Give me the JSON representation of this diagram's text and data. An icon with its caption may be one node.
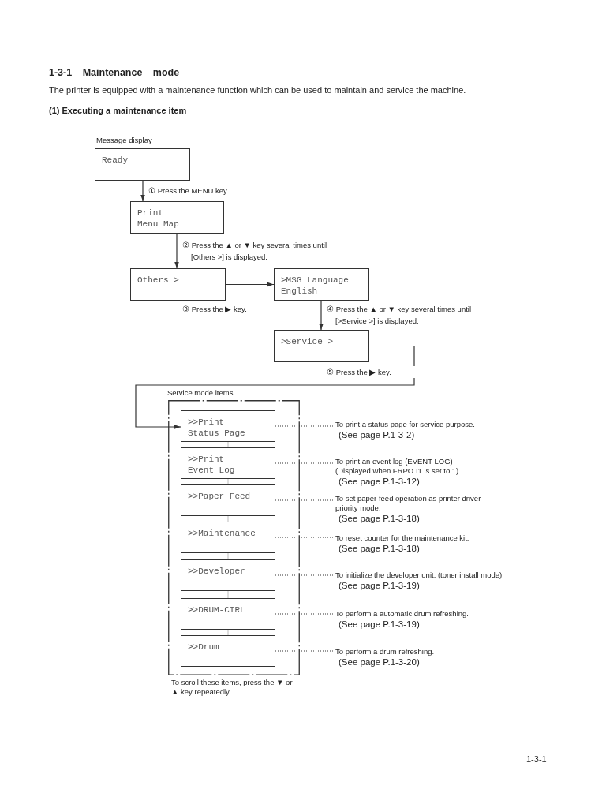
{
  "diagram": {
    "title": "1-3-1 Maintenance mode",
    "nodes": [
      {
        "text": [
          "Ready"
        ],
        "beside": [
          "Message display"
        ]
      },
      {
        "text": [
          "Print Menu Map"
        ]
      },
      {
        "text": [
          "Others >"
        ]
      },
      {
        "text": [
          ">MSG Language English"
        ]
      },
      {
        "text": [
          ">Service >"
        ]
      },
      {
        "text": [
          "Service mode items"
        ],
        "beside": [
          "To scroll these items, press the ▼ or ▲ key repeatedly."
        ]
      },
      {
        "text": [
          ">>Print Status Page"
        ],
        "in": 5
      },
      {
        "text": [
          ">>Print Event Log"
        ],
        "in": 5
      },
      {
        "text": [
          ">>Paper Feed"
        ],
        "in": 5
      },
      {
        "text": [
          ">>Maintenance"
        ],
        "in": 5
      },
      {
        "text": [
          ">>Developer"
        ],
        "in": 5
      },
      {
        "text": [
          ">>DRUM-CTRL"
        ],
        "in": 5
      },
      {
        "text": [
          ">>Drum"
        ],
        "in": 5
      },
      {
        "text": [
          "To print a status page for service purpose.",
          "(See page P.1-3-2)"
        ]
      },
      {
        "text": [
          "To print an event log (EVENT LOG) (Displayed when FRPO I1 is set to 1)",
          "(See page P.1-3-12)"
        ]
      },
      {
        "text": [
          "To set paper feed operation as printer driver priority mode.",
          "(See page P.1-3-18)"
        ]
      },
      {
        "text": [
          "To reset counter for the maintenance kit.",
          "(See page P.1-3-18)"
        ]
      },
      {
        "text": [
          "To initialize the developer unit. (toner install mode)",
          "(See page P.1-3-19)"
        ]
      },
      {
        "text": [
          "To perform a automatic drum refreshing.",
          "(See page P.1-3-19)"
        ]
      },
      {
        "text": [
          "To perform a drum refreshing.",
          "(See page P.1-3-20)"
        ]
      }
    ],
    "edges": [
      {
        "from": 0,
        "to": 1,
        "arrow": "to",
        "label": "① Press the MENU key."
      },
      {
        "from": 1,
        "to": 2,
        "arrow": "to",
        "label": "② Press the ▲ or ▼ key several times until [Others >] is displayed."
      },
      {
        "from": 2,
        "to": 3,
        "arrow": "to",
        "label": "③ Press the ▶ key."
      },
      {
        "from": 3,
        "to": 4,
        "arrow": "to",
        "label": "④ Press the ▲ or ▼ key several times until [>Service >] is displayed."
      },
      {
        "from": 4,
        "to": 6,
        "arrow": "to",
        "label": "⑤ Press the ▶ key."
      },
      {
        "from": 6,
        "to": 7,
        "arrow": "none",
        "color": "#c8c8c8"
      },
      {
        "from": 7,
        "to": 8,
        "arrow": "none",
        "color": "#c8c8c8"
      },
      {
        "from": 8,
        "to": 9,
        "arrow": "none",
        "color": "#c8c8c8"
      },
      {
        "from": 9,
        "to": 10,
        "arrow": "none",
        "color": "#c8c8c8"
      },
      {
        "from": 10,
        "to": 11,
        "arrow": "none",
        "color": "#c8c8c8"
      },
      {
        "from": 11,
        "to": 12,
        "arrow": "none",
        "color": "#c8c8c8"
      },
      {
        "from": 13,
        "to": 6,
        "arrow": "none",
        "style": "dashed"
      },
      {
        "from": 14,
        "to": 7,
        "arrow": "none",
        "style": "dashed"
      },
      {
        "from": 15,
        "to": 8,
        "arrow": "none",
        "style": "dashed"
      },
      {
        "from": 16,
        "to": 9,
        "arrow": "none",
        "style": "dashed"
      },
      {
        "from": 17,
        "to": 10,
        "arrow": "none",
        "style": "dashed"
      },
      {
        "from": 18,
        "to": 11,
        "arrow": "none",
        "style": "dashed"
      },
      {
        "from": 19,
        "to": 12,
        "arrow": "none",
        "style": "dashed"
      }
    ],
    "labels": [
      "The printer is equipped with a maintenance function which can be used to maintain and service the machine.",
      "(1) Executing a maintenance item",
      "1-3-1"
    ]
  }
}
